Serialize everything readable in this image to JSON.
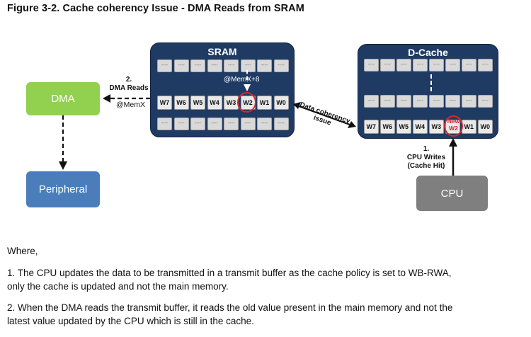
{
  "title": "Figure 3-2.  Cache coherency Issue - DMA Reads from SRAM",
  "sram": {
    "label": "SRAM",
    "words": [
      "W7",
      "W6",
      "W5",
      "W4",
      "W3",
      "W2",
      "W1",
      "W0"
    ],
    "placeholder": "----",
    "address_label": "@MemX+8"
  },
  "dcache": {
    "label": "D-Cache",
    "words": [
      "W7",
      "W6",
      "W5",
      "W4",
      "W3",
      "",
      "W1",
      "W0"
    ],
    "new_label_line1": "New",
    "new_label_line2": "W2",
    "placeholder": "----"
  },
  "dma": {
    "label": "DMA"
  },
  "peripheral": {
    "label": "Peripheral"
  },
  "cpu": {
    "label": "CPU"
  },
  "dma_read": {
    "step": "2.",
    "text": "DMA Reads",
    "address": "@MemX"
  },
  "cpu_write": {
    "step": "1.",
    "line1": "CPU Writes",
    "line2": "(Cache Hit)"
  },
  "coherency": {
    "line1": "Data coherency",
    "line2": "issue"
  },
  "colors": {
    "panel": "#1f3b63",
    "dma": "#92d050",
    "peripheral": "#4a7ebb",
    "cpu": "#7f7f7f",
    "highlight": "#d8262e"
  },
  "notes": {
    "where": "Where,",
    "n1_line1": "1. The CPU updates the data to be transmitted in a transmit buffer as the cache policy is set to WB-RWA,",
    "n1_line2": "only the cache is updated and not the main memory.",
    "n2_line1": "2. When the DMA reads the transmit buffer, it reads the old value present in the main memory and not the",
    "n2_line2": "latest value updated by the CPU which is still in the cache."
  }
}
